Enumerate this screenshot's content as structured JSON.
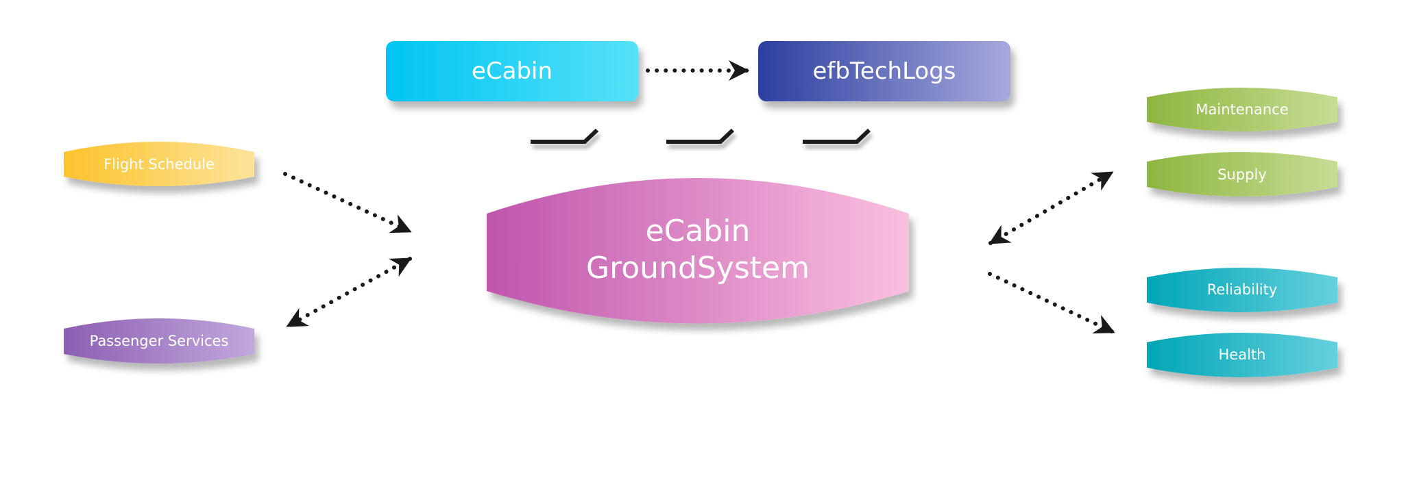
{
  "top_systems": {
    "ecabin": "eCabin",
    "efbtechlogs": "efbTechLogs"
  },
  "core": {
    "line1": "eCabin",
    "line2": "GroundSystem"
  },
  "left_modules": {
    "flight_schedule": "Flight Schedule",
    "passenger_services": "Passenger Services"
  },
  "right_modules": {
    "maintenance": "Maintenance",
    "supply": "Supply",
    "reliability": "Reliability",
    "health": "Health"
  },
  "colors": {
    "ecabin_box": [
      "#00c4f2",
      "#55e2f8"
    ],
    "efb_box": [
      "#2c3f9f",
      "#a7a9dd"
    ],
    "core": [
      "#c055ad",
      "#fac0e0"
    ],
    "flight_schedule": [
      "#fcc32b",
      "#fde49b"
    ],
    "passenger_services": [
      "#8d5fb2",
      "#c1a8dc"
    ],
    "maintenance_supply": [
      "#8eb640",
      "#c7dc94"
    ],
    "reliability_health": [
      "#00a6b6",
      "#65d0dd"
    ],
    "arrow": "#1a1a1a"
  }
}
